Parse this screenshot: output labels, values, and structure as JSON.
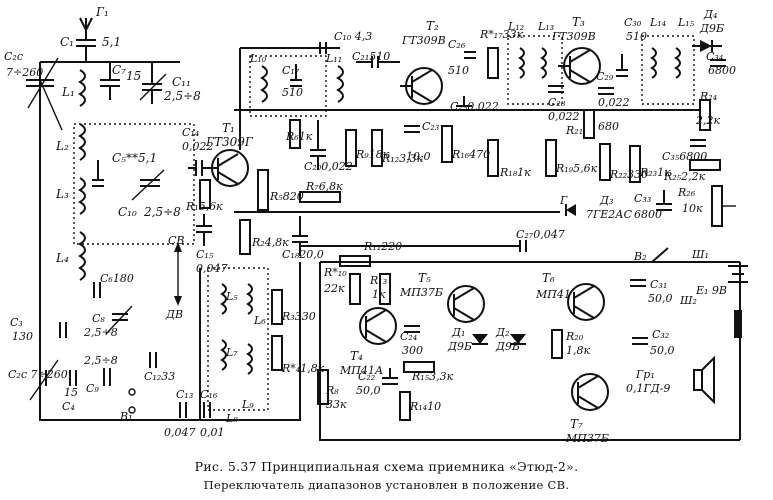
{
  "caption": {
    "title": "Рис. 5.37 Принципиальная схема приемника «Этюд-2».",
    "subtitle": "Переключатель диапазонов установлен в положение СВ."
  },
  "labels": {
    "antenna": "Г₁",
    "c1": "C₁",
    "c1_val": "5,1",
    "c2": "C₂с",
    "c2_val": "7÷260",
    "c7": "C₇",
    "c7_val": "15",
    "c11": "C₁₁",
    "c11_val": "2,5÷8",
    "l1": "L₁",
    "l2": "L₂",
    "l3": "L₃",
    "l4": "L₄",
    "c5": "C₅**5,1",
    "c10": "C₁₀",
    "c10_val": "2,5÷8",
    "c14": "C₁₄",
    "c14_val": "0,022",
    "t1": "T₁",
    "t1_type": "ГТ309Г",
    "r1": "R₁5,6к",
    "c15": "C₁₅",
    "c15_val": "0,047",
    "r5": "R₅820",
    "r2": "R₂4,8к",
    "r6": "R₆1к",
    "c20": "C₂₀0,022",
    "r7": "R₇6,8к",
    "c18": "C₁₈20,0",
    "c10b": "C₁₀ 4,3",
    "l10": "L₁₀",
    "c17": "C₁₇",
    "c17_val": "510",
    "l11": "L₁₁",
    "c21": "C₂₁510",
    "t2": "T₂",
    "t2_type": "ГТ309В",
    "r9": "R₉18к",
    "r12": "R₁₂3,3к",
    "c23": "C₂₃",
    "c23_val": "10,0",
    "r16": "R₁₆470",
    "c26": "C₂₆",
    "c26_val": "510",
    "r17": "R*₁₇33к",
    "l12": "L₁₂",
    "l13": "L₁₃",
    "c25": "C₂₅0,022",
    "r18": "R₁₈1к",
    "t3": "T₃",
    "t3_type": "ГТ309В",
    "c28": "C₂₈",
    "c28_val": "0,022",
    "c29": "C₂₉",
    "c29_val": "0,022",
    "r19": "R₁₉5,6к",
    "r21": "R₂₁",
    "r21_val": "680",
    "r22": "R₂₂330",
    "c30": "C₃₀",
    "c30_val": "510",
    "l14": "L₁₄",
    "l15": "L₁₅",
    "d4": "Д₄",
    "d4_type": "Д9Б",
    "c34": "C₃₄",
    "c34_val": "6800",
    "r24": "R₂₄",
    "r24_val": "2,2к",
    "c35": "C₃₅6800",
    "r23": "R₂₃1к",
    "r25": "R₂₅2,2к",
    "r26": "R₂₆",
    "r26_val": "10к",
    "d3": "Д₃",
    "d3_type": "7ГЕ2АС",
    "c33": "C₃₃",
    "c33_val": "6800",
    "g": "Г",
    "c27": "C₂₇0,047",
    "r11": "R₁₁220",
    "r10": "R*₁₀",
    "r10_val": "22к",
    "r13": "R₁₃",
    "r13_val": "1к",
    "t5": "T₅",
    "t5_type": "МП37Б",
    "t6": "T₆",
    "t6_type": "МП41",
    "b2": "В₂",
    "sh1": "Ш₁",
    "sh2": "Ш₂",
    "e1": "Е₁ 9В",
    "c31": "C₃₁",
    "c31_val": "50,0",
    "t4": "T₄",
    "t4_type": "МП41А",
    "c24": "C₂₄",
    "c24_val": "300",
    "d1": "Д₁",
    "d1_type": "Д9Б",
    "d2": "Д₂",
    "d2_type": "Д9Б",
    "r20": "R₂₀",
    "r20_val": "1,8к",
    "c32": "C₃₂",
    "c32_val": "50,0",
    "gr1": "Гр₁",
    "gr1_type": "0,1ГД-9",
    "c22": "C₂₂",
    "c22_val": "50,0",
    "r15": "R₁₅3,3к",
    "r14": "R₁₄10",
    "r8": "R₈",
    "r8_val": "33к",
    "t7": "T₇",
    "t7_type": "МП37Б",
    "sv": "СВ",
    "dv": "ДВ",
    "c6": "C₆180",
    "c3": "C₃",
    "c3_val": "130",
    "c8": "C₈",
    "c8_val": "2,5÷8",
    "c9": "C₉",
    "c9_val": "2,5÷8",
    "c4": "C₄",
    "c4_val": "15",
    "c12": "C₁₂33",
    "b1": "В₁",
    "c2b": "C₂с 7÷260",
    "l5": "L₅",
    "l6": "L₆",
    "l7": "L₇",
    "l8": "L₈",
    "l9": "L₉",
    "r3": "R₃330",
    "r4": "R*₄1,8к",
    "c13": "C₁₃",
    "c13_val": "0,047",
    "c16": "C₁₆",
    "c16_val": "0,01"
  }
}
